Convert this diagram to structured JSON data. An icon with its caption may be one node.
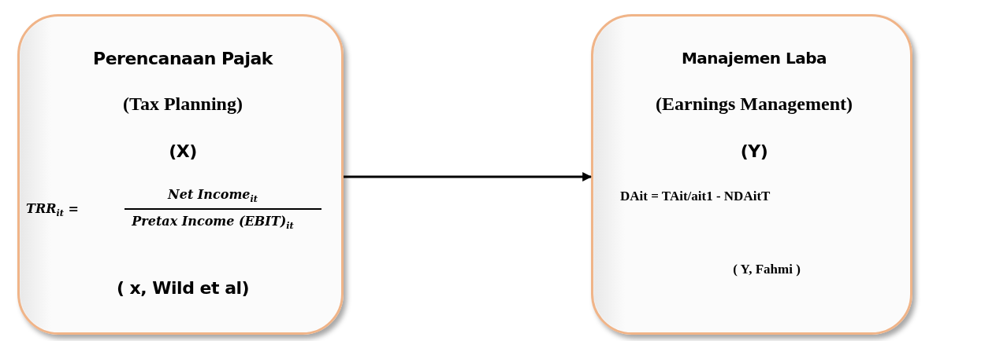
{
  "diagram": {
    "nodes": [
      {
        "text": [
          "Perencanaan Pajak",
          "(Tax Planning)",
          "(X)",
          "TRR$_{it}$ =",
          "Net Income$_{it}$",
          "Pretax Income (EBIT)$_{it}$",
          "( x, Wild et al)"
        ]
      },
      {
        "text": [
          "Manajemen Laba",
          "(Earnings Management)",
          "(Y)",
          "DAit = TAit/ait1 - NDAitT",
          "( Y, Fahmi )"
        ]
      }
    ],
    "edges": [
      {
        "from": 0,
        "to": 1,
        "arrow": "to"
      }
    ]
  }
}
